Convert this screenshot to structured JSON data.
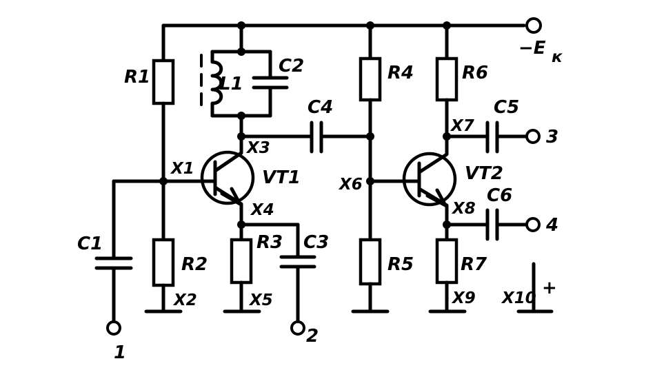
{
  "supply": {
    "label": "−E",
    "subscript": "к"
  },
  "components": {
    "R1": "R1",
    "R2": "R2",
    "R3": "R3",
    "R4": "R4",
    "R5": "R5",
    "R6": "R6",
    "R7": "R7",
    "C1": "C1",
    "C2": "C2",
    "C3": "C3",
    "C4": "C4",
    "C5": "C5",
    "C6": "C6",
    "L1": "L1",
    "VT1": "VT1",
    "VT2": "VT2"
  },
  "points": {
    "X1": "X1",
    "X2": "X2",
    "X3": "X3",
    "X4": "X4",
    "X5": "X5",
    "X6": "X6",
    "X7": "X7",
    "X8": "X8",
    "X9": "X9",
    "X10": "X10"
  },
  "terminals": {
    "t1": "1",
    "t2": "2",
    "t3": "3",
    "t4": "4"
  },
  "plus_sign": "+"
}
